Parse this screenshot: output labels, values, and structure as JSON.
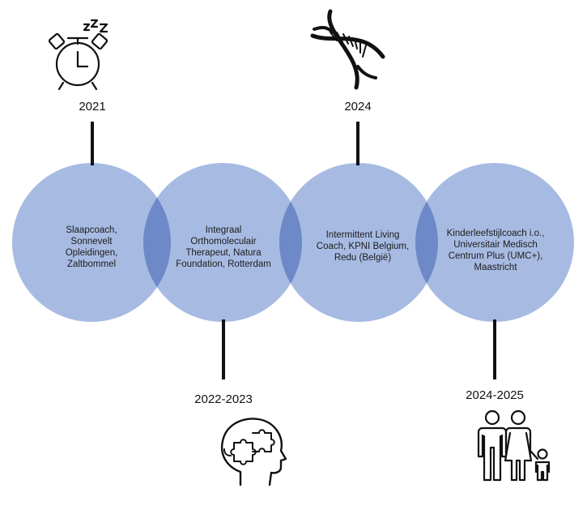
{
  "timeline": {
    "milestones": [
      {
        "year": "2021",
        "text": "Slaapcoach, Sonnevelt Opleidingen, Zaltbommel",
        "icon": "alarm-clock-icon"
      },
      {
        "year": "2022-2023",
        "text": "Integraal Orthomoleculair Therapeut, Natura Foundation, Rotterdam",
        "icon": "head-puzzle-icon"
      },
      {
        "year": "2024",
        "text": "Intermittent Living Coach,  KPNI Belgium, Redu (België)",
        "icon": "dna-icon"
      },
      {
        "year": "2024-2025",
        "text": "Kinderleefstijlcoach i.o., Universitair Medisch Centrum Plus (UMC+), Maastricht",
        "icon": "family-icon"
      }
    ],
    "colors": {
      "circle": "#9bb2de",
      "overlap": "#6f8fcf",
      "line": "#111111"
    }
  }
}
